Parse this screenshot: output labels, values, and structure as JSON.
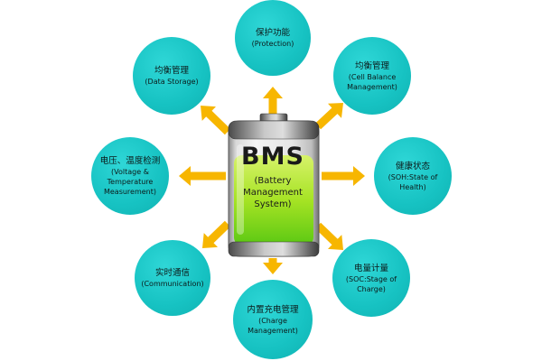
{
  "battery": {
    "title": "BMS",
    "subtitle_lines": [
      "(Battery",
      "Management",
      "System)"
    ]
  },
  "nodes": [
    {
      "id": "protection",
      "zh": "保护功能",
      "en": [
        "(Protection)"
      ]
    },
    {
      "id": "cell-balance",
      "zh": "均衡管理",
      "en": [
        "(Cell Balance",
        "Management)"
      ]
    },
    {
      "id": "soh",
      "zh": "健康状态",
      "en": [
        "(SOH:State of",
        "Health)"
      ]
    },
    {
      "id": "soc",
      "zh": "电量计量",
      "en": [
        "(SOC:Stage of",
        "Charge)"
      ]
    },
    {
      "id": "charge",
      "zh": "内置充电管理",
      "en": [
        "(Charge",
        "Management)"
      ]
    },
    {
      "id": "communication",
      "zh": "实时通信",
      "en": [
        "(Communication)"
      ]
    },
    {
      "id": "measurement",
      "zh": "电压、温度检测",
      "en": [
        "(Voltage &",
        "Temperature",
        "Measurement)"
      ]
    },
    {
      "id": "data-storage",
      "zh": "均衡管理",
      "en": [
        "(Data Storage)"
      ]
    }
  ],
  "colors": {
    "node_fill": "#16c2c2",
    "arrow": "#f7b600",
    "battery_green": "#8dde1a"
  }
}
